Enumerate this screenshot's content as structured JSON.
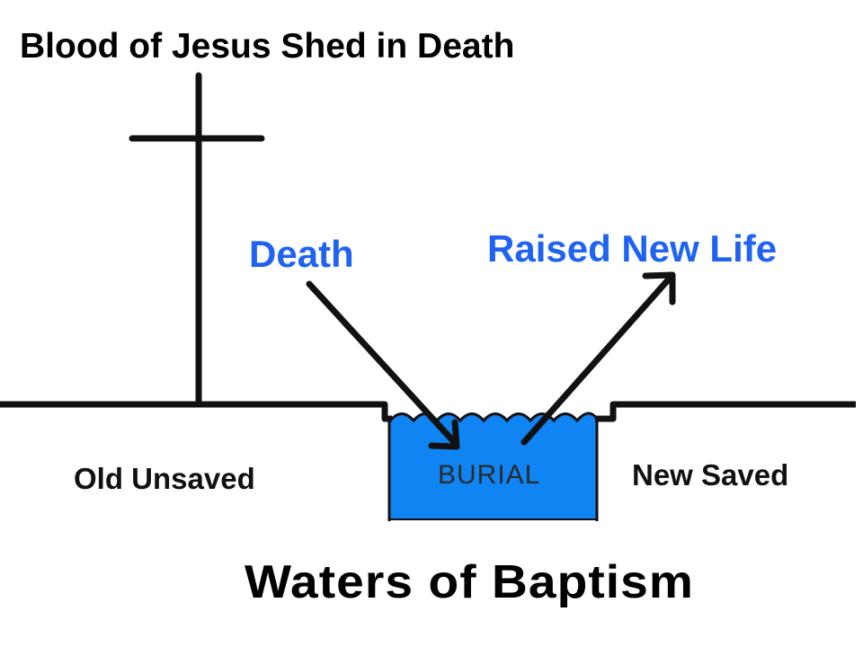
{
  "title": "Blood of Jesus Shed in Death",
  "labels": {
    "death": "Death",
    "raised": "Raised New Life",
    "old": "Old  Unsaved",
    "new": "New Saved",
    "burial": "BURIAL"
  },
  "caption": "Waters of Baptism",
  "colors": {
    "accent_text": "#1f63f0",
    "water": "#0f84f2",
    "ink": "#111111"
  },
  "icons": [
    "cross-icon",
    "death-arrow-icon",
    "raised-arrow-icon",
    "waves-icon"
  ]
}
